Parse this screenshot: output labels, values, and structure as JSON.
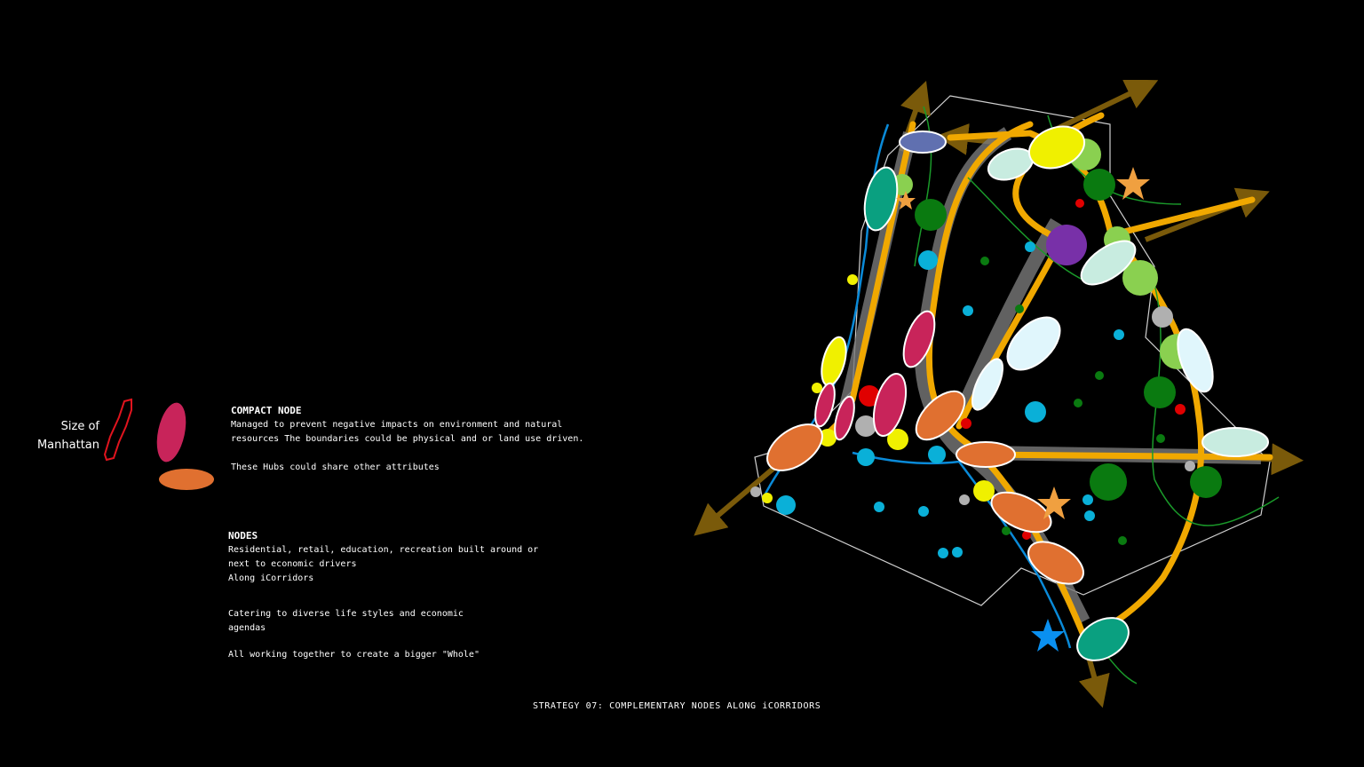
{
  "legend": {
    "size_label_line1": "Size of",
    "size_label_line2": "Manhattan",
    "colors": {
      "outline": "#e0141e",
      "magenta": "#c8245a",
      "orange": "#e07030"
    }
  },
  "compact_node": {
    "heading": "COMPACT NODE",
    "line1": "Managed to prevent negative impacts on environment and natural",
    "line2": "resources The boundaries could be physical and or land use driven.",
    "line3": "These Hubs could share other attributes"
  },
  "nodes": {
    "heading": "NODES",
    "line1": "Residential, retail, education, recreation built around or",
    "line2": "next to economic drivers",
    "line3": "Along iCorridors",
    "line4": "Catering to diverse life styles and economic",
    "line5": "agendas",
    "line6": "All working together to create a bigger \"Whole\""
  },
  "caption": "STRATEGY 07: COMPLEMENTARY NODES ALONG iCORRIDORS",
  "map_colors": {
    "corridor": "#f0a800",
    "arrow": "#7a5a0a",
    "river": "#0a8ad8",
    "green": "#0a7a10",
    "light_green": "#8ad050",
    "cyan": "#0ab0d8",
    "teal": "#0aa080",
    "pale": "#c8ece0",
    "ice": "#e0f6fc",
    "yellow": "#f0f000",
    "purple": "#7830a8",
    "slate": "#6070b0",
    "red": "#e00000",
    "grey": "#b0b0b0",
    "star_orange": "#f0a040",
    "star_blue": "#0a90f0"
  }
}
